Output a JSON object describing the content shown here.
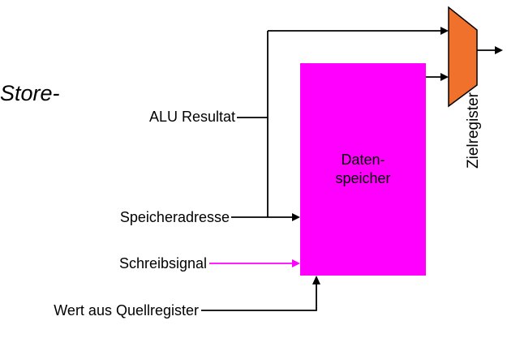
{
  "heading": {
    "partial": "Store-"
  },
  "diagram": {
    "memory_block": {
      "line1": "Daten-",
      "line2": "speicher"
    },
    "labels": {
      "alu_result": "ALU Resultat",
      "memory_address": "Speicheradresse",
      "write_signal": "Schreibsignal",
      "source_register_value": "Wert aus Quellregister",
      "target_register": "Zielregister"
    },
    "colors": {
      "memory_fill": "#ff00ff",
      "mux_fill": "#f0712c",
      "mux_stroke": "#000000",
      "write_signal": "#ff00ff",
      "wire": "#000000"
    }
  }
}
